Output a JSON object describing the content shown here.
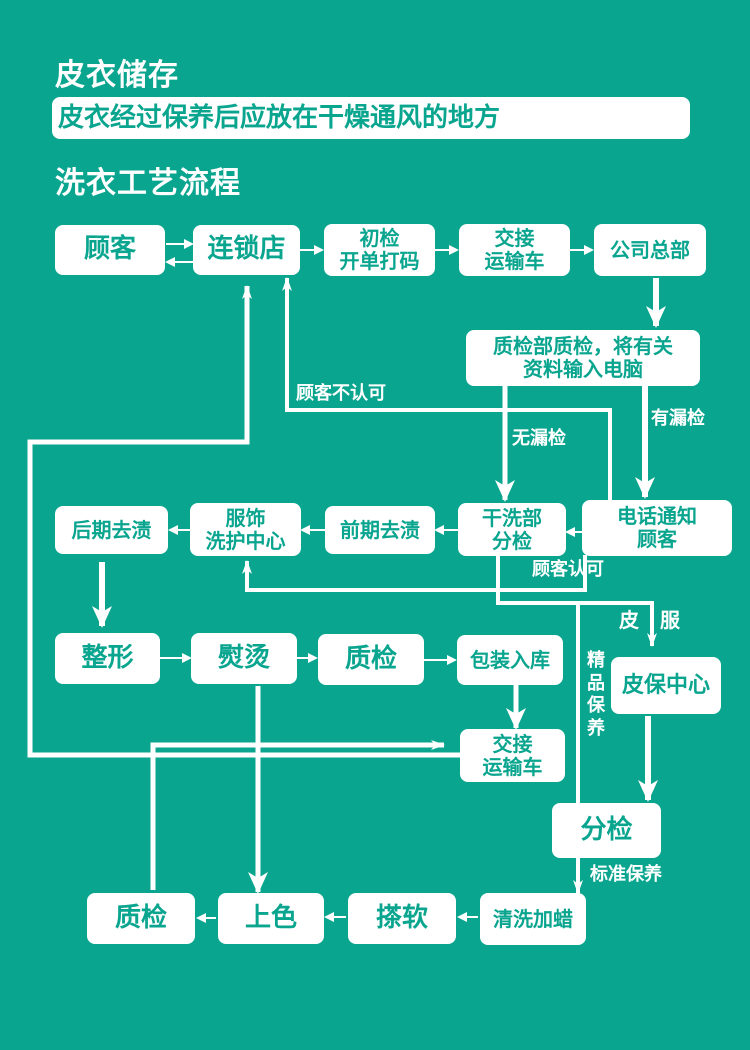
{
  "headings": {
    "storage_title": "皮衣储存",
    "storage_note": "皮衣经过保养后应放在干燥通风的地方",
    "process_title": "洗衣工艺流程"
  },
  "nodes": {
    "customer": [
      "顾客"
    ],
    "chain_store": [
      "连锁店"
    ],
    "initial_check": [
      "初检",
      "开单打码"
    ],
    "handover_transport_1": [
      "交接",
      "运输车"
    ],
    "headquarters": [
      "公司总部"
    ],
    "qc_department": [
      "质检部质检，将有关",
      "资料输入电脑"
    ],
    "phone_notify": [
      "电话通知",
      "顾客"
    ],
    "dry_clean_check": [
      "干洗部",
      "分检"
    ],
    "pre_stain": [
      "前期去渍"
    ],
    "garment_care_center": [
      "服饰",
      "洗护中心"
    ],
    "post_stain": [
      "后期去渍"
    ],
    "shaping": [
      "整形"
    ],
    "ironing": [
      "熨烫"
    ],
    "quality_check_1": [
      "质检"
    ],
    "packing_storage": [
      "包装入库"
    ],
    "handover_transport_2": [
      "交接",
      "运输车"
    ],
    "leather_center": [
      "皮保中心"
    ],
    "sorting": [
      "分检"
    ],
    "clean_wax": [
      "清洗加蜡"
    ],
    "rub_soft": [
      "搽软"
    ],
    "coloring": [
      "上色"
    ],
    "quality_check_2": [
      "质检"
    ]
  },
  "edge_labels": {
    "customer_disagree": "顾客不认可",
    "no_omission": "无漏检",
    "has_omission": "有漏检",
    "customer_agree": "顾客认可",
    "leather": "皮",
    "garment": "服",
    "fine_care": [
      "精",
      "品",
      "保",
      "养"
    ],
    "standard_care": "标准保养"
  },
  "colors": {
    "background": "#0aa58f",
    "box": "#ffffff",
    "box_text": "#0aa58f",
    "line": "#ffffff"
  }
}
